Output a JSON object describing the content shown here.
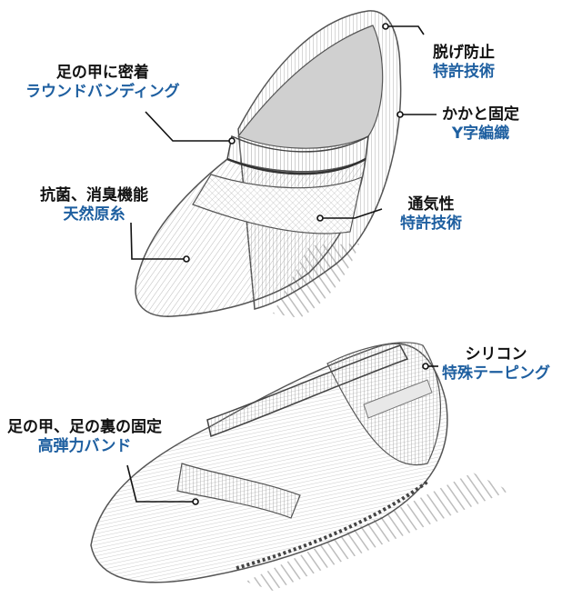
{
  "colors": {
    "tech_text": "#1e5fa0",
    "line": "#111111",
    "outline": "#555555",
    "hatch": "#9a9a9a",
    "shadow": "#b8b8b8",
    "dark_band": "#444444"
  },
  "callouts": {
    "heel_slip": {
      "feature": "脱げ防止",
      "tech": "特許技術"
    },
    "round_band": {
      "feature": "足の甲に密着",
      "tech": "ラウンドバンディング"
    },
    "heel_fit": {
      "feature": "かかと固定",
      "tech": "Y字編織"
    },
    "antibacterial": {
      "feature": "抗菌、消臭機能",
      "tech": "天然原糸"
    },
    "breathable": {
      "feature": "通気性",
      "tech": "特許技術"
    },
    "silicone": {
      "feature": "シリコン",
      "tech": "特殊テーピング"
    },
    "elastic_band": {
      "feature": "足の甲、足の裏の固定",
      "tech": "高弾力バンド"
    }
  }
}
